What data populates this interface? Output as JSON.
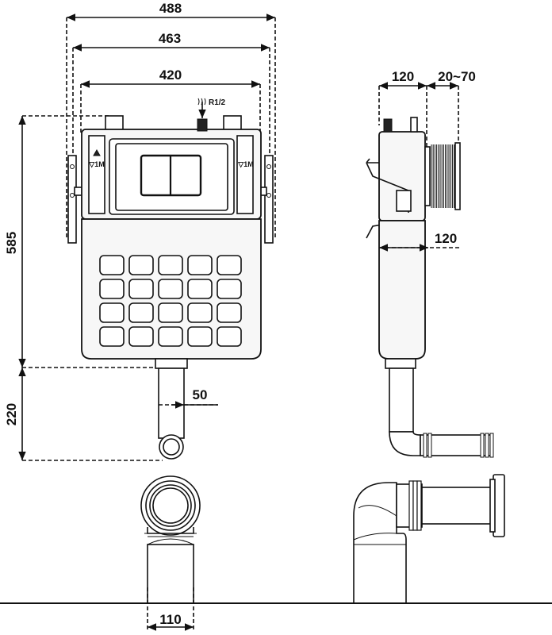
{
  "dimensions": {
    "width_outer": "488",
    "width_mid": "463",
    "width_inner": "420",
    "height_frame": "585",
    "height_drain": "220",
    "pipe_offset": "50",
    "depth": "120",
    "depth_adjust": "20~70",
    "side_pipe_depth": "120",
    "pipe_diameter": "110"
  },
  "labels": {
    "inlet_thread": "R1/2",
    "left_level_mark": "▽1M",
    "right_level_mark": "▽1M"
  },
  "colors": {
    "line": "#111111",
    "background": "#ffffff"
  }
}
